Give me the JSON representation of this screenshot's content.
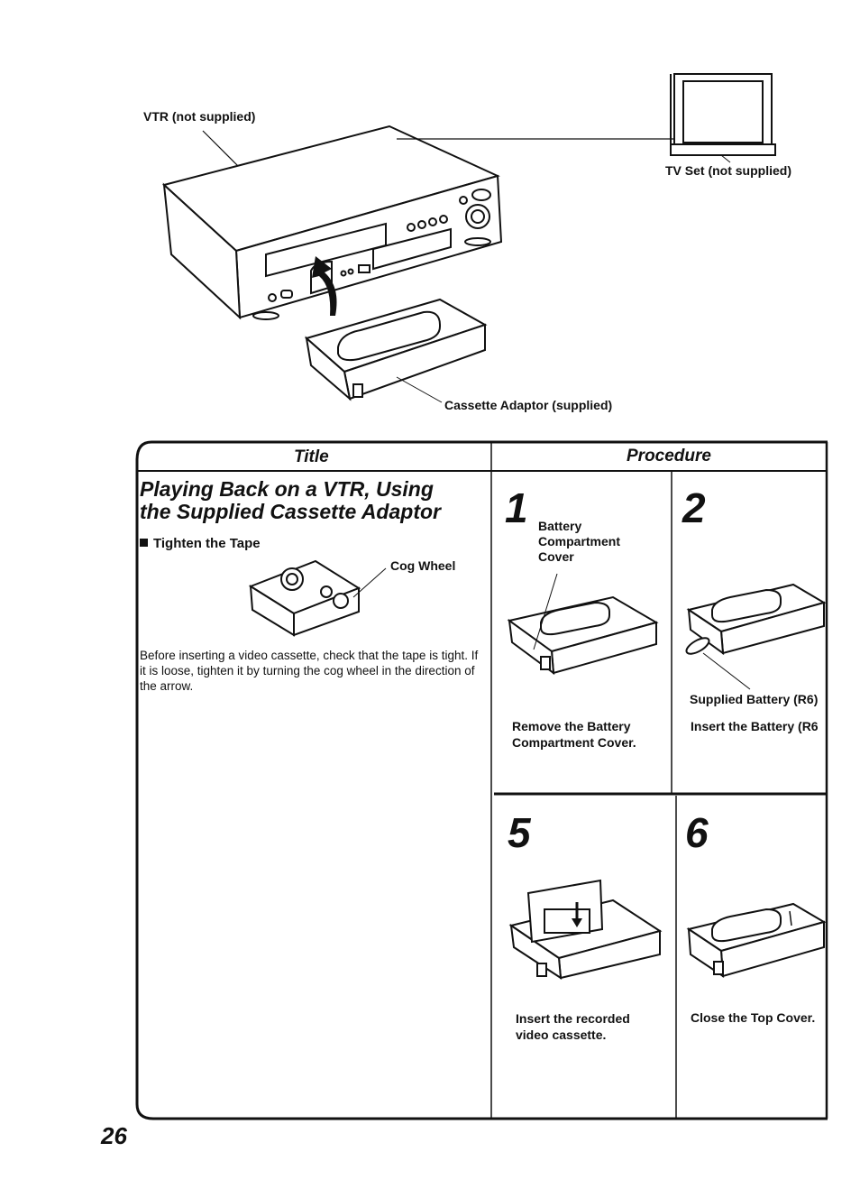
{
  "top_illustration": {
    "vtr_label": "VTR (not supplied)",
    "tv_label": "TV Set (not supplied)",
    "adaptor_label": "Cassette Adaptor (supplied)"
  },
  "table": {
    "title_header": "Title",
    "procedure_header": "Procedure",
    "section_title_line1": "Playing Back on a VTR, Using",
    "section_title_line2": "the Supplied Cassette Adaptor",
    "tighten_heading": "Tighten the Tape",
    "cog_wheel_label": "Cog Wheel",
    "tighten_text": "Before inserting a video cassette, check that the tape is tight. If it is loose, tighten it by turning the cog wheel in the direction of the arrow."
  },
  "steps": [
    {
      "number": "1",
      "callout_line1": "Battery",
      "callout_line2": "Compartment",
      "callout_line3": "Cover",
      "caption_line1": "Remove the Battery",
      "caption_line2": "Compartment Cover."
    },
    {
      "number": "2",
      "callout": "Supplied Battery (R6)",
      "caption": "Insert the Battery (R6"
    },
    {
      "number": "5",
      "caption_line1": "Insert the recorded",
      "caption_line2": "video cassette."
    },
    {
      "number": "6",
      "caption": "Close the Top Cover."
    }
  ],
  "page_number": "26"
}
